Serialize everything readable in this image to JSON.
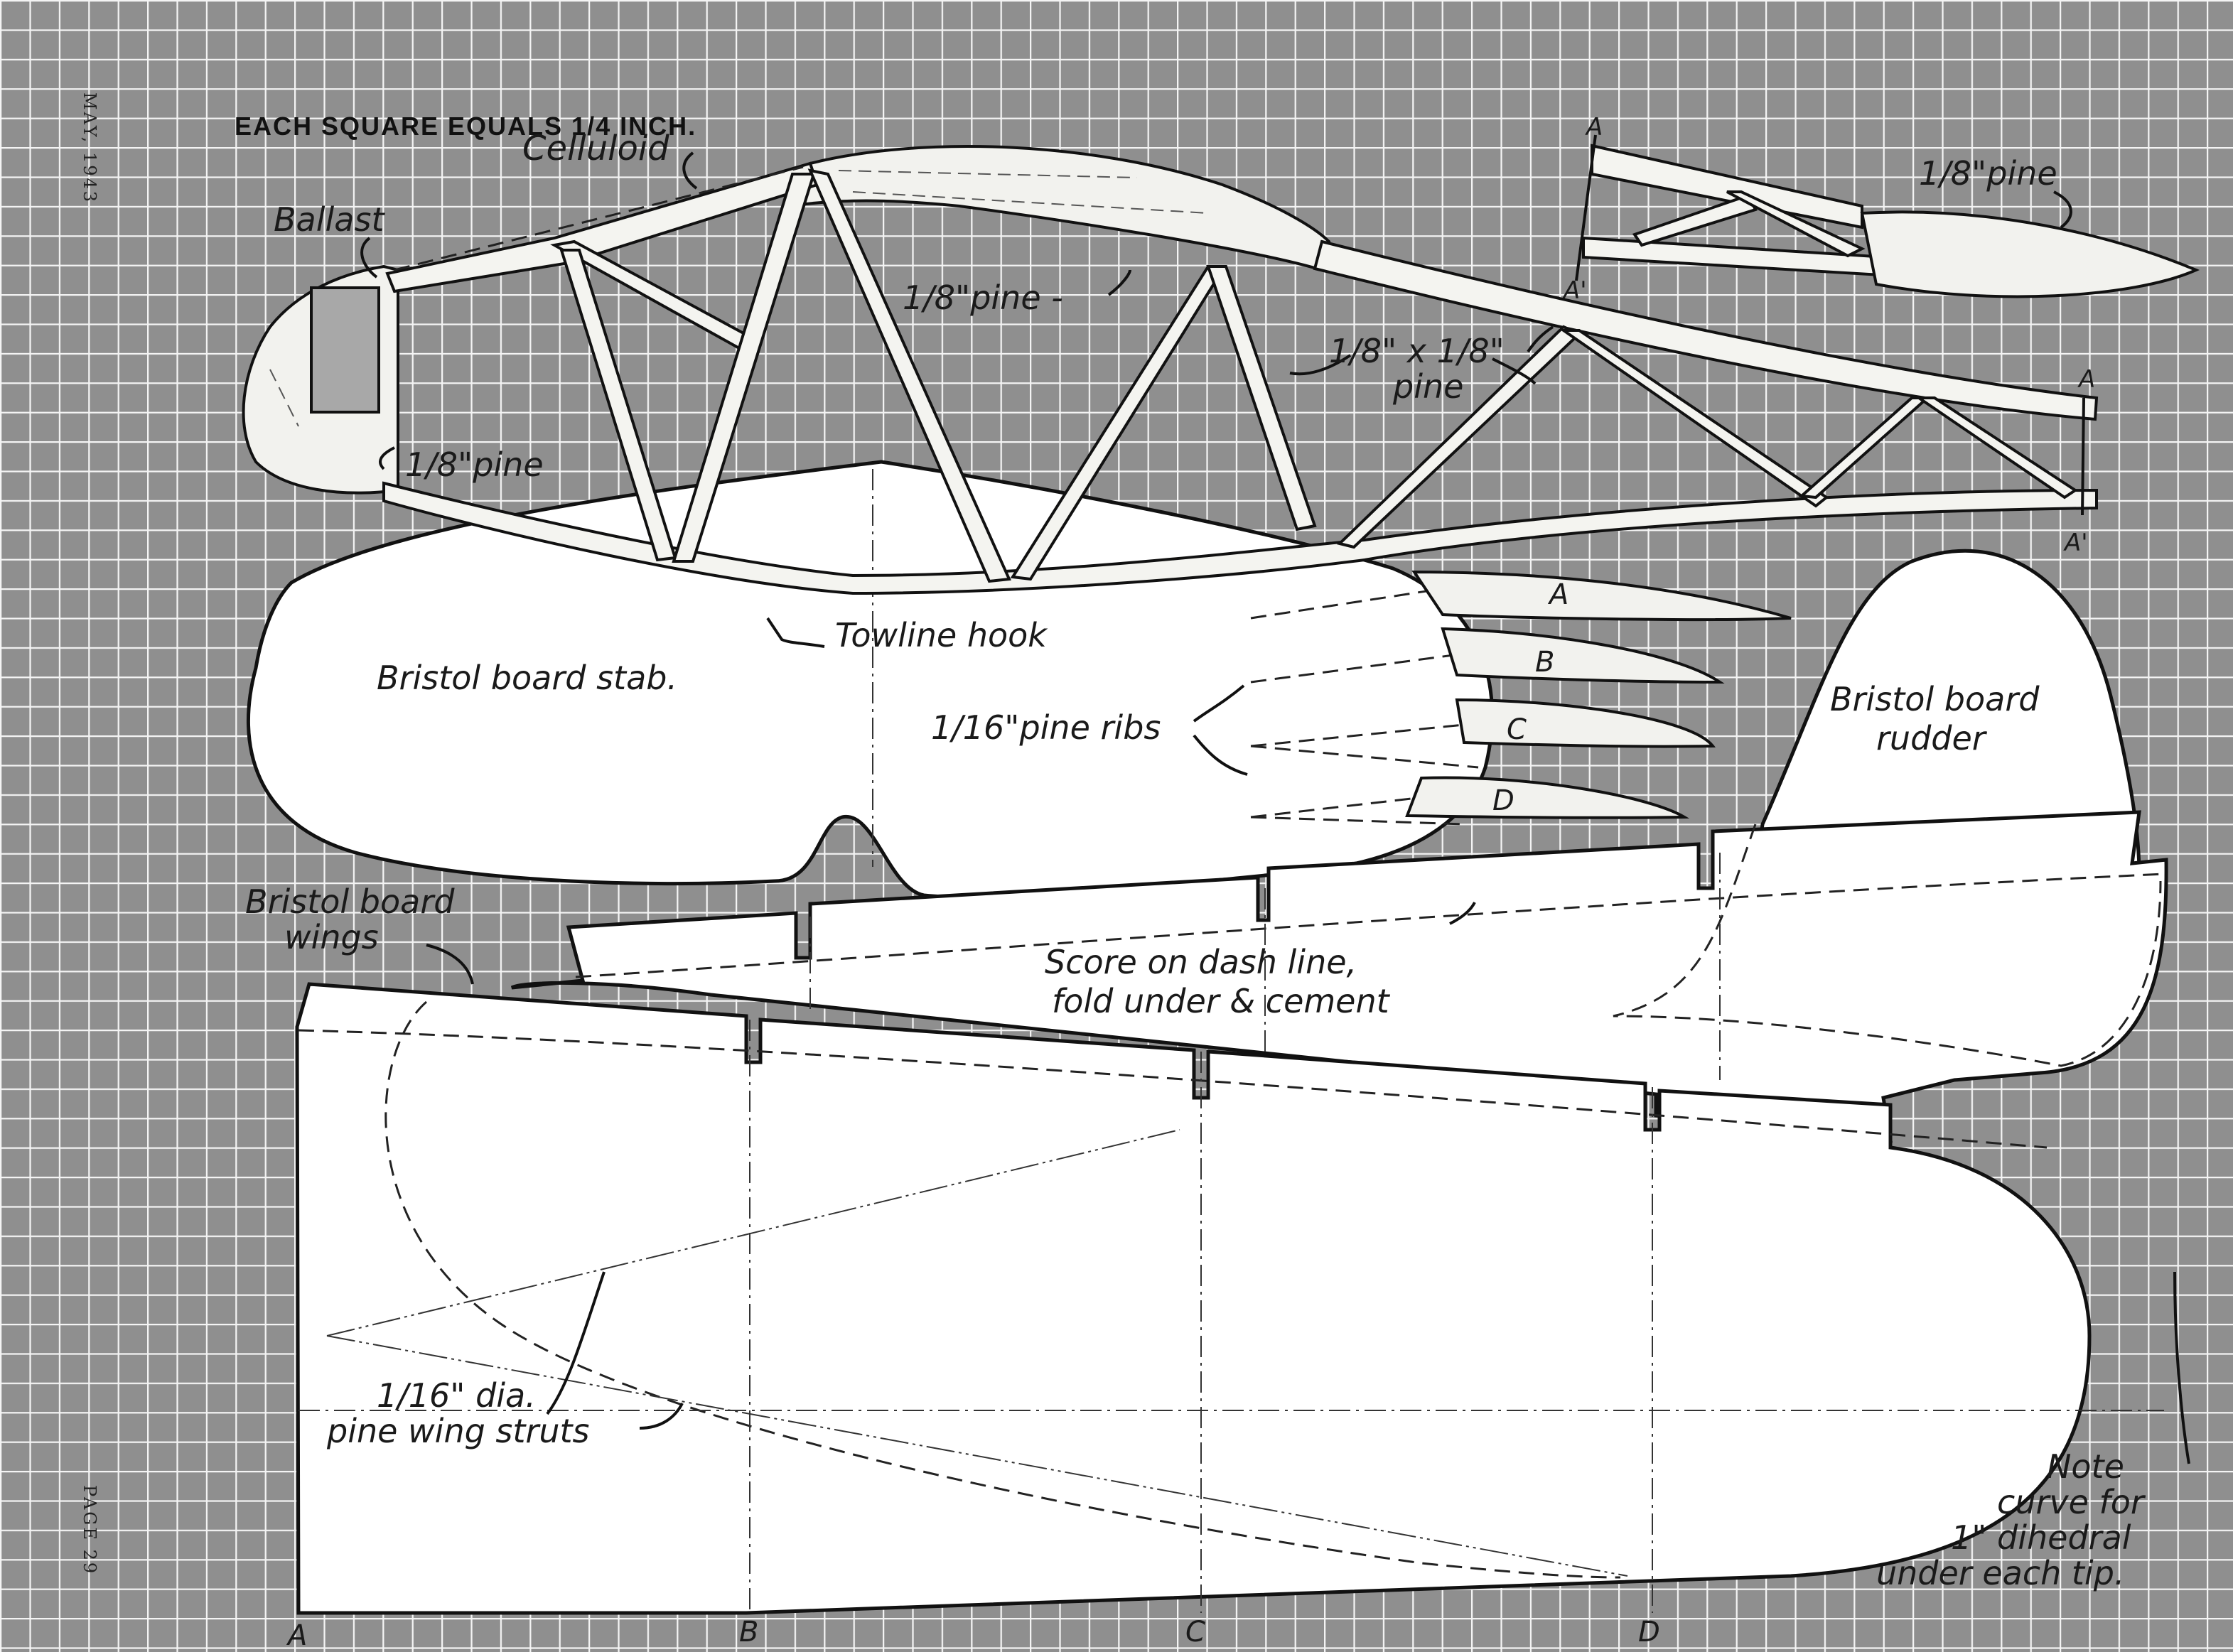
{
  "header": {
    "scale_note": "EACH SQUARE EQUALS 1/4 INCH."
  },
  "margin": {
    "date": "MAY, 1943",
    "page": "PAGE 29"
  },
  "fuselage": {
    "celluloid": "Celluloid",
    "ballast": "Ballast",
    "pine_nose": "1/8\"pine",
    "pine_top": "1/8\"pine -",
    "longeron_1": "1/8\" x 1/8\"",
    "longeron_2": "pine",
    "section_a": "A",
    "section_a_prime": "A'"
  },
  "tail_boom": {
    "pine": "1/8\"pine",
    "section_a": "A",
    "section_a_prime": "A'"
  },
  "stab": {
    "label": "Bristol board stab.",
    "towline": "Towline hook",
    "ribs": "1/16\"pine ribs"
  },
  "ribs": [
    "A",
    "B",
    "C",
    "D"
  ],
  "rudder": {
    "line1": "Bristol board",
    "line2": "rudder"
  },
  "wings": {
    "label_1": "Bristol board",
    "label_2": "wings",
    "score_1": "Score on dash line,",
    "score_2": "fold under & cement",
    "strut_1": "1/16\" dia.",
    "strut_2": "pine wing struts",
    "note_1": "Note",
    "note_2": "curve for",
    "note_3": "1\" dihedral",
    "note_4": "under each tip.",
    "stations": [
      "A",
      "B",
      "C",
      "D"
    ]
  }
}
